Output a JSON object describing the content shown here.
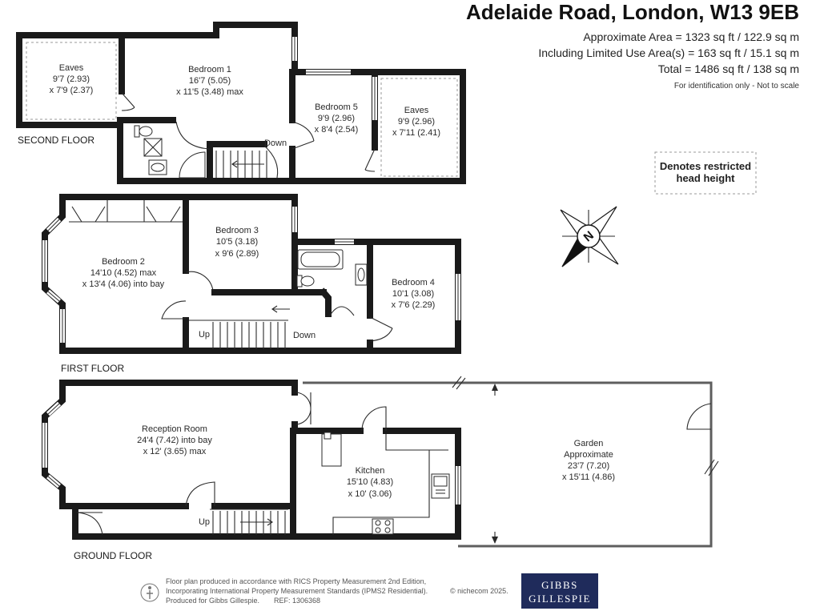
{
  "header": {
    "title": "Adelaide Road, London, W13 9EB",
    "area": "Approximate Area = 1323 sq ft / 122.9 sq m",
    "limited_use": "Including Limited Use Area(s) = 163 sq ft / 15.1 sq m",
    "total": "Total = 1486 sq ft / 138 sq m",
    "disclaimer": "For identification only - Not to scale"
  },
  "legend": {
    "line1": "Denotes restricted",
    "line2": "head height"
  },
  "compass": {
    "label": "N"
  },
  "second_floor": {
    "label": "SECOND FLOOR",
    "eaves_left": {
      "name": "Eaves",
      "dim1": "9'7 (2.93)",
      "dim2": "x 7'9 (2.37)"
    },
    "bedroom_1": {
      "name": "Bedroom 1",
      "dim1": "16'7 (5.05)",
      "dim2": "x 11'5 (3.48) max"
    },
    "bedroom_5": {
      "name": "Bedroom 5",
      "dim1": "9'9 (2.96)",
      "dim2": "x 8'4 (2.54)"
    },
    "eaves_right": {
      "name": "Eaves",
      "dim1": "9'9 (2.96)",
      "dim2": "x 7'11 (2.41)"
    },
    "stairs_down": "Down"
  },
  "first_floor": {
    "label": "FIRST FLOOR",
    "bedroom_2": {
      "name": "Bedroom 2",
      "dim1": "14'10 (4.52) max",
      "dim2": "x 13'4 (4.06) into bay"
    },
    "bedroom_3": {
      "name": "Bedroom 3",
      "dim1": "10'5 (3.18)",
      "dim2": "x 9'6 (2.89)"
    },
    "bedroom_4": {
      "name": "Bedroom 4",
      "dim1": "10'1 (3.08)",
      "dim2": "x 7'6 (2.29)"
    },
    "stairs_up": "Up",
    "stairs_down": "Down"
  },
  "ground_floor": {
    "label": "GROUND FLOOR",
    "reception": {
      "name": "Reception Room",
      "dim1": "24'4 (7.42) into bay",
      "dim2": "x 12' (3.65) max"
    },
    "kitchen": {
      "name": "Kitchen",
      "dim1": "15'10 (4.83)",
      "dim2": "x 10' (3.06)"
    },
    "garden": {
      "name": "Garden",
      "note": "Approximate",
      "dim1": "23'7 (7.20)",
      "dim2": "x 15'11 (4.86)"
    },
    "stairs_up": "Up"
  },
  "footer": {
    "line1": "Floor plan produced in accordance with RICS Property Measurement 2nd Edition,",
    "line2": "Incorporating International Property Measurement Standards (IPMS2 Residential).",
    "copyright": "© nichecom 2025.",
    "line3": "Produced for Gibbs Gillespie.",
    "ref": "REF: 1306368"
  },
  "logo": {
    "line1": "GIBBS",
    "line2": "GILLESPIE"
  },
  "colors": {
    "wall": "#1a1a1a",
    "logo_background": "#1f2b5b",
    "restricted_outline": "#9a9a9a",
    "garden_boundary": "#5e5e5e"
  }
}
